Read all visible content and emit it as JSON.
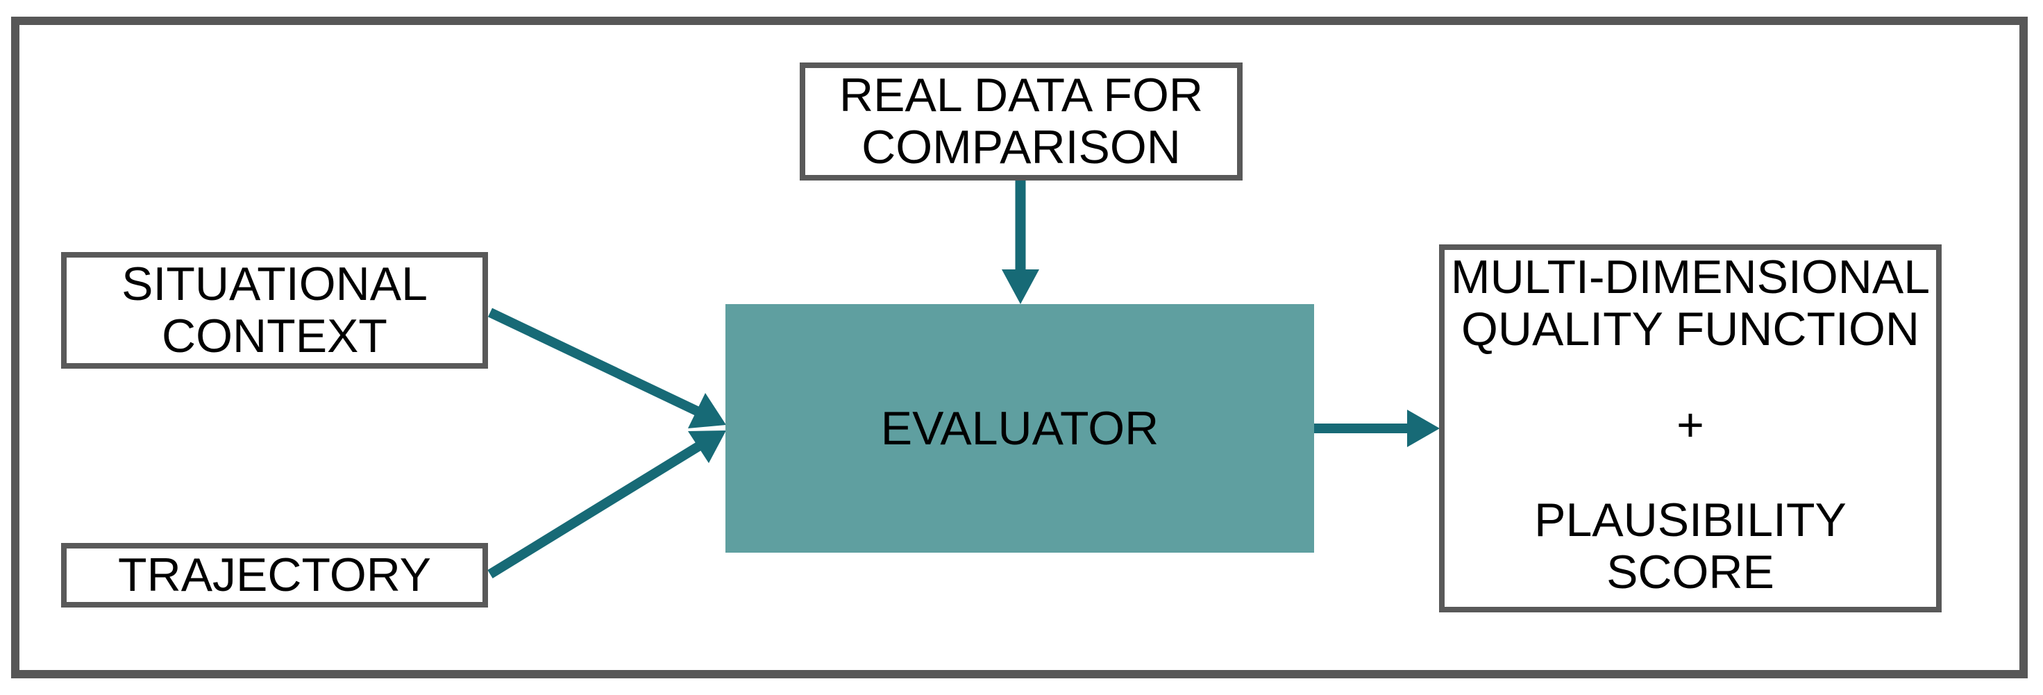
{
  "diagram": {
    "boxes": {
      "situational_context": {
        "lines": [
          "SITUATIONAL",
          "CONTEXT"
        ]
      },
      "trajectory": {
        "lines": [
          "TRAJECTORY"
        ]
      },
      "real_data_for_comparison": {
        "lines": [
          "REAL DATA FOR",
          "COMPARISON"
        ]
      },
      "evaluator": {
        "label": "EVALUATOR"
      },
      "quality_output": {
        "top_lines": [
          "MULTI-DIMENSIONAL",
          "QUALITY FUNCTION"
        ],
        "operator": "+",
        "bottom_lines": [
          "PLAUSIBILITY",
          "SCORE"
        ]
      }
    },
    "arrows": [
      {
        "name": "situational-context-to-evaluator",
        "from": "SITUATIONAL CONTEXT",
        "to": "EVALUATOR"
      },
      {
        "name": "trajectory-to-evaluator",
        "from": "TRAJECTORY",
        "to": "EVALUATOR"
      },
      {
        "name": "real-data-to-evaluator",
        "from": "REAL DATA FOR COMPARISON",
        "to": "EVALUATOR"
      },
      {
        "name": "evaluator-to-quality-output",
        "from": "EVALUATOR",
        "to": "MULTI-DIMENSIONAL QUALITY FUNCTION + PLAUSIBILITY SCORE"
      }
    ],
    "colors": {
      "background": "#FFFFFF",
      "outer_border": "#575757",
      "box_border": "#595959",
      "evaluator_fill": "#5F9FA0",
      "arrow": "#176A76",
      "text": "#000000"
    }
  }
}
